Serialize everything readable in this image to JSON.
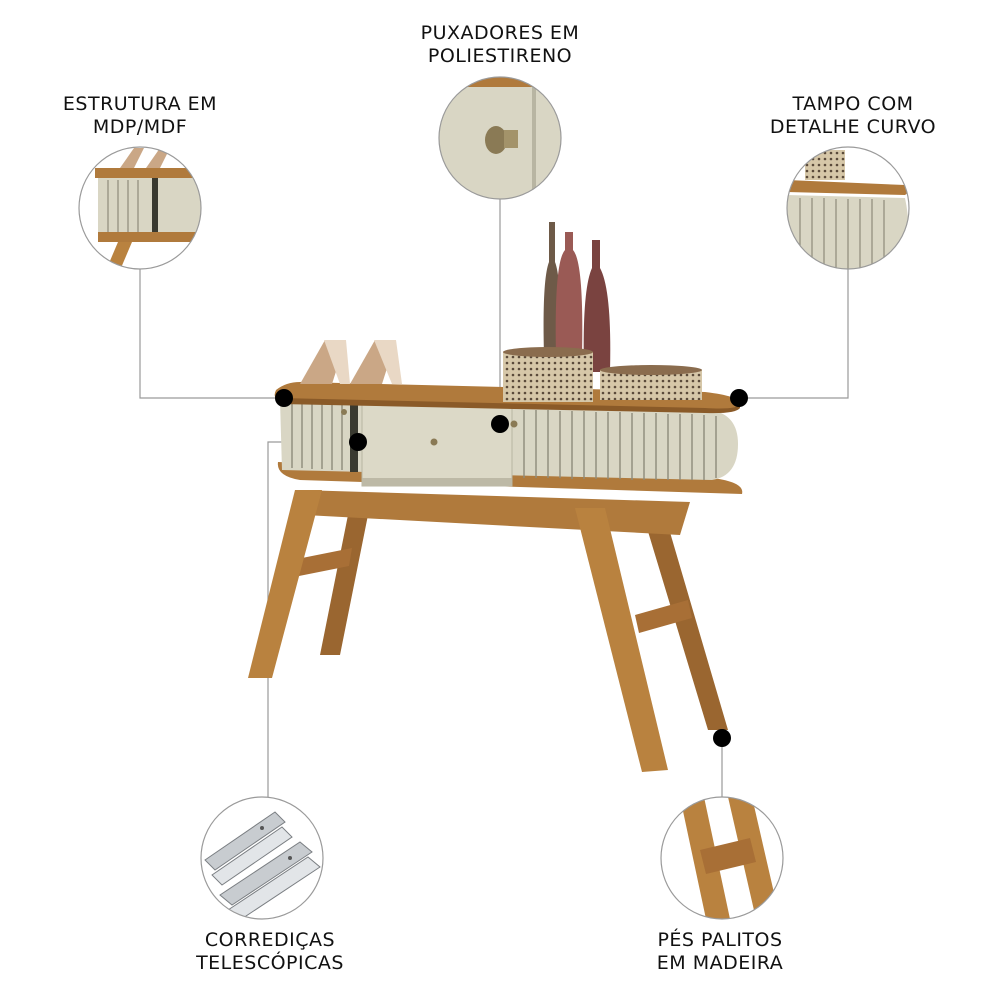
{
  "colors": {
    "wood": "#b07a3c",
    "wood_dark": "#8a5a28",
    "wood_light": "#c99557",
    "cream": "#d9d6c4",
    "cream_dark": "#b8b5a2",
    "callout_line": "#9a9a9a",
    "marker": "#000000",
    "vase_red": "#8a4a45",
    "vase_dark": "#6e3a36",
    "rattan": "#c9b89a",
    "metal": "#c8ccd0"
  },
  "callouts": {
    "structure": {
      "line1": "ESTRUTURA EM",
      "line2": "MDP/MDF",
      "icon": "structure-detail-icon"
    },
    "handles": {
      "line1": "PUXADORES EM",
      "line2": "POLIESTIRENO",
      "icon": "knob-detail-icon"
    },
    "top": {
      "line1": "TAMPO COM",
      "line2": "DETALHE CURVO",
      "icon": "curved-top-detail-icon"
    },
    "slides": {
      "line1": "CORREDIÇAS",
      "line2": "TELESCÓPICAS",
      "icon": "drawer-slides-icon"
    },
    "legs": {
      "line1": "PÉS PALITOS",
      "line2": "EM MADEIRA",
      "icon": "wooden-legs-detail-icon"
    }
  },
  "product": {
    "name_icon": "console-table-icon"
  }
}
